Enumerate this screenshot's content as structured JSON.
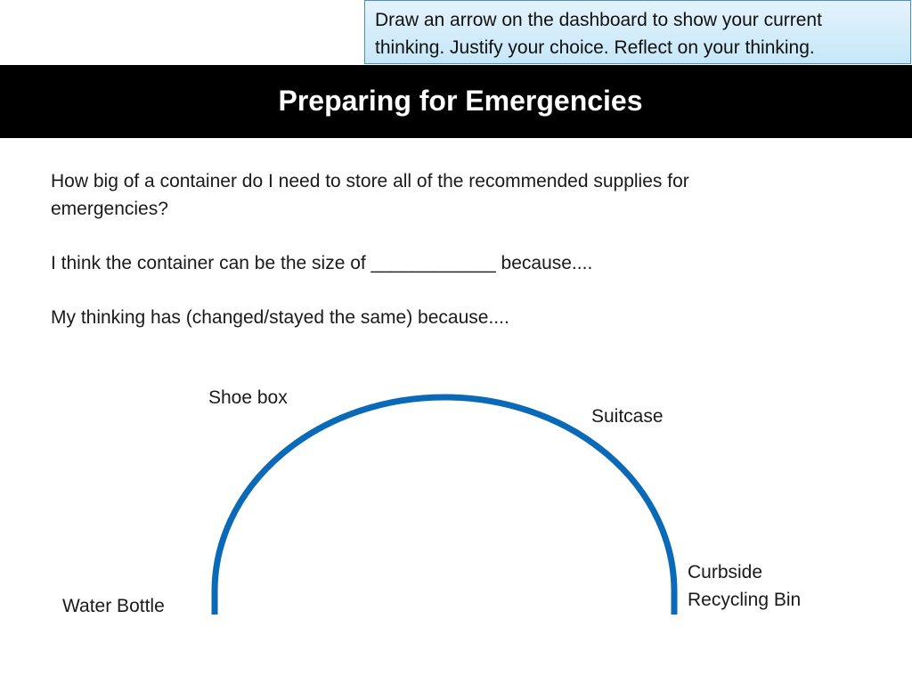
{
  "instruction": {
    "line1": "Draw an arrow on the dashboard to show your current",
    "line2": "thinking. Justify your choice. Reflect on your thinking."
  },
  "title": "Preparing for Emergencies",
  "question": {
    "line1": "How big of a container do I need to store all of the recommended supplies for",
    "line2": "emergencies?"
  },
  "prompt_size": "I think the container can be the size of ____________ because....",
  "prompt_reflection": "My thinking has (changed/stayed the same) because....",
  "dashboard": {
    "arc_color": "#0a6ab8",
    "labels": {
      "water_bottle": "Water Bottle",
      "shoe_box": "Shoe box",
      "suitcase": "Suitcase",
      "recycling_bin_line1": "Curbside",
      "recycling_bin_line2": "Recycling Bin"
    }
  }
}
